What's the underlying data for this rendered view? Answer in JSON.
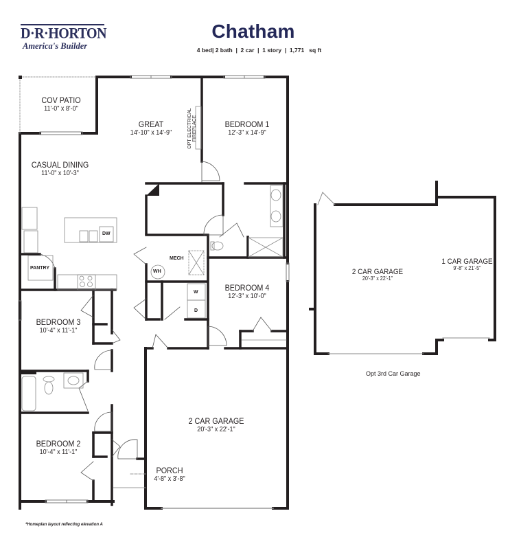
{
  "brand": {
    "logo_main": "D·R·HORTON",
    "logo_tagline": "America's Builder",
    "color": "#2b2f5c"
  },
  "plan": {
    "title": "Chatham",
    "specs": "4 bed| 2 bath  |  2 car  |  1 story  |  1,771   sq ft",
    "title_color": "#242858"
  },
  "rooms": {
    "cov_patio": {
      "name": "COV PATIO",
      "dim": "11'-0\" x 8'-0\""
    },
    "great": {
      "name": "GREAT",
      "dim": "14'-10\" x 14'-9\""
    },
    "bedroom1": {
      "name": "BEDROOM 1",
      "dim": "12'-3\" x 14'-9\""
    },
    "casual_dining": {
      "name": "CASUAL DINING",
      "dim": "11'-0\" x 10'-3\""
    },
    "bedroom4": {
      "name": "BEDROOM 4",
      "dim": "12'-3\" x 10'-0\""
    },
    "bedroom3": {
      "name": "BEDROOM 3",
      "dim": "10'-4\" x 11'-1\""
    },
    "bedroom2": {
      "name": "BEDROOM 2",
      "dim": "10'-4\" x 11'-1\""
    },
    "garage": {
      "name": "2 CAR GARAGE",
      "dim": "20'-3\" x 22'-1\""
    },
    "porch": {
      "name": "PORCH",
      "dim": "4'-8\" x 3'-8\""
    }
  },
  "fixtures": {
    "dw": "DW",
    "pantry": "PANTRY",
    "mech": "MECH",
    "wh": "WH",
    "washer": "W",
    "dryer": "D",
    "fireplace_line1": "OPT ELECTRICAL",
    "fireplace_line2": "FIREPLACE"
  },
  "option_garage": {
    "two_car": {
      "name": "2 CAR GARAGE",
      "dim": "20'-3\" x 22'-1\""
    },
    "one_car": {
      "name": "1 CAR GARAGE",
      "dim": "9'-8\" x 21'-5\""
    },
    "caption": "Opt 3rd Car Garage"
  },
  "footnote": "*Homeplan layout reflecting elevation A"
}
